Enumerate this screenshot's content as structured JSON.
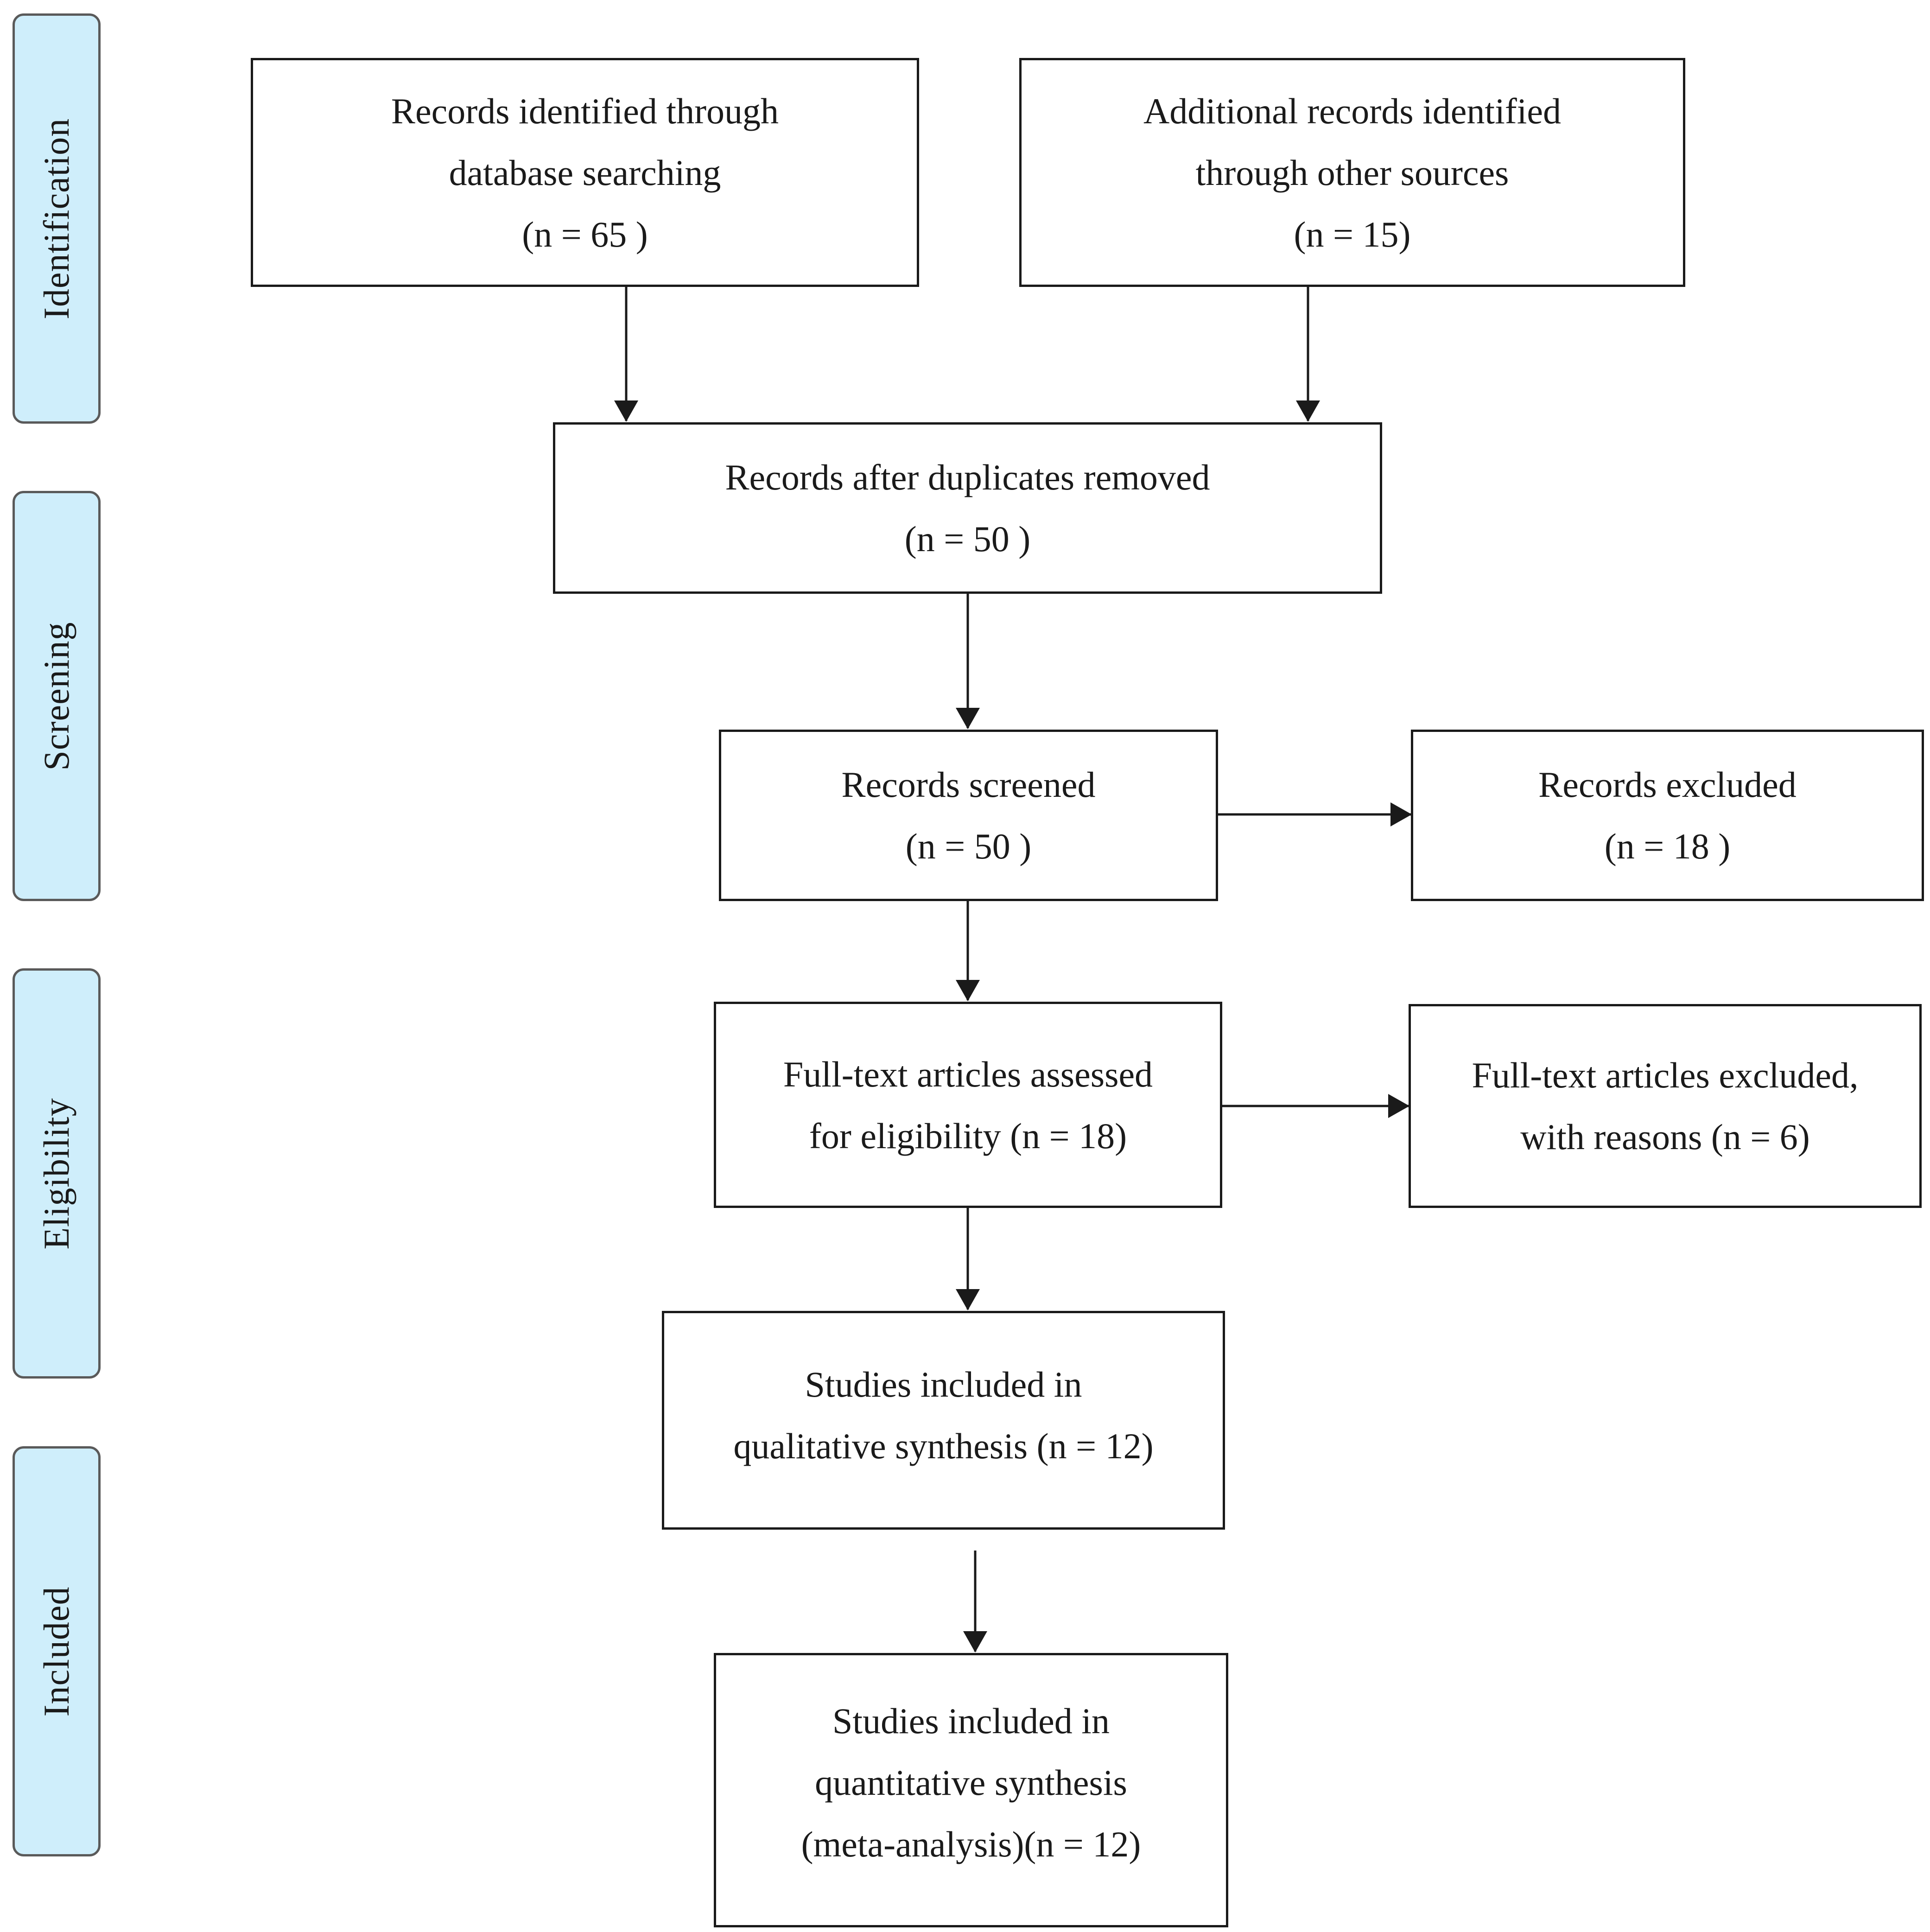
{
  "stages": {
    "identification": "Identification",
    "screening": "Screening",
    "eligibility": "Eligibility",
    "included": "Included"
  },
  "boxes": {
    "database_search": [
      "Records identified through",
      "database searching",
      "(n = 65 )"
    ],
    "other_sources": [
      "Additional records identified",
      "through other sources",
      "(n = 15)"
    ],
    "duplicates_removed": [
      "Records after duplicates removed",
      "(n = 50 )"
    ],
    "screened": [
      "Records screened",
      "(n = 50 )"
    ],
    "excluded": [
      "Records excluded",
      "(n = 18 )"
    ],
    "full_text_assessed": [
      "Full-text articles assessed",
      "for eligibility (n = 18)"
    ],
    "full_text_excluded": [
      "Full-text articles excluded,",
      "with reasons (n = 6)"
    ],
    "qualitative": [
      "Studies included in",
      "qualitative synthesis (n = 12)"
    ],
    "quantitative": [
      "Studies included in",
      "quantitative synthesis",
      "(meta-analysis)(n = 12)"
    ]
  },
  "colors": {
    "stage_fill": "#cfeefb",
    "stage_border": "#5a5a5a",
    "box_border": "#1a1a1a",
    "arrow": "#1a1a1a"
  }
}
